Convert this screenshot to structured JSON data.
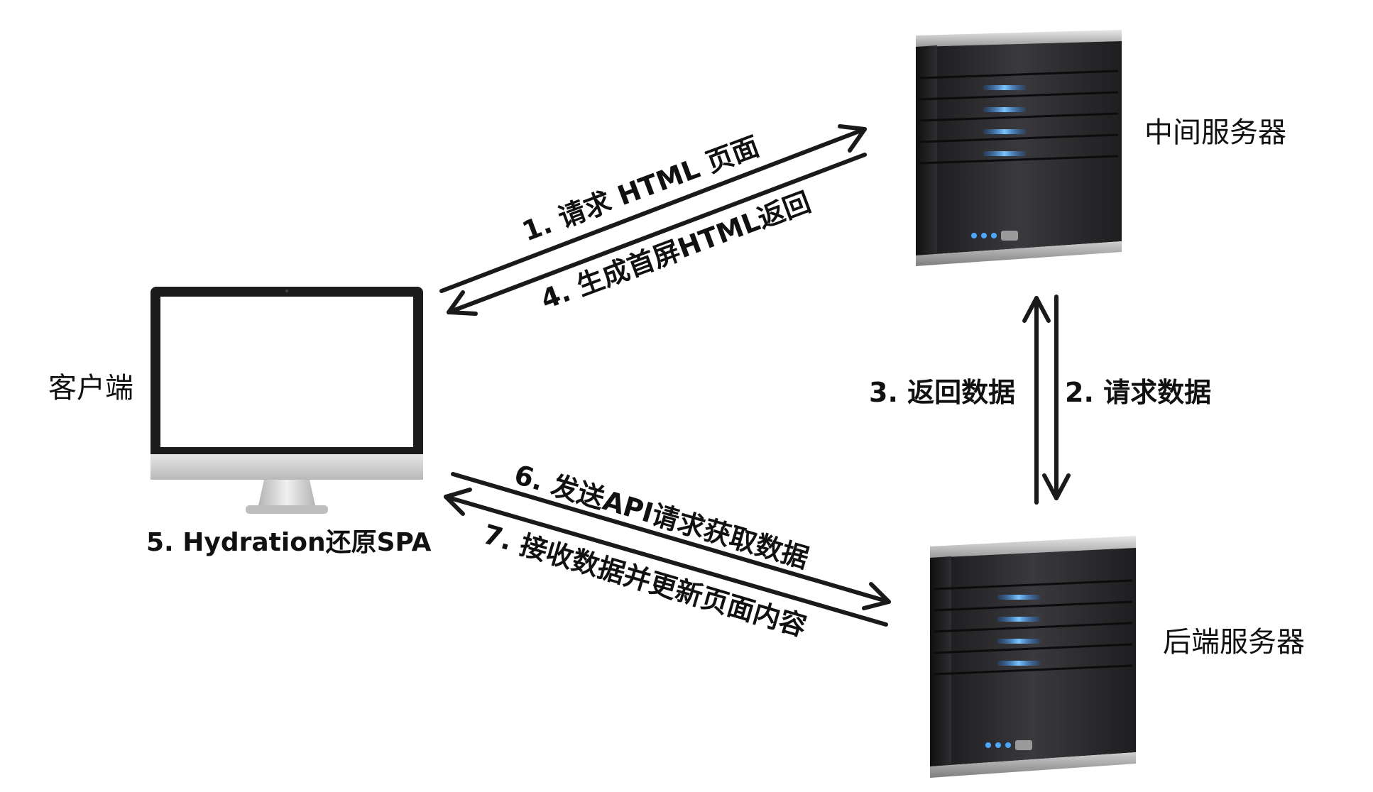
{
  "nodes": {
    "client": {
      "label": "客户端"
    },
    "middle_server": {
      "label": "中间服务器"
    },
    "backend_server": {
      "label": "后端服务器"
    }
  },
  "steps": {
    "s1": "1. 请求 HTML 页面",
    "s2": "2. 请求数据",
    "s3": "3. 返回数据",
    "s4": "4. 生成首屏HTML返回",
    "s5": "5. Hydration还原SPA",
    "s6": "6. 发送API请求获取数据",
    "s7": "7. 接收数据并更新页面内容"
  },
  "colors": {
    "arrow": "#1a1a1a",
    "server_body": "#2b2b2e",
    "server_light": "#4aa8ff",
    "monitor_bezel": "#1c1c1c",
    "monitor_frame": "#d5d5d5"
  }
}
